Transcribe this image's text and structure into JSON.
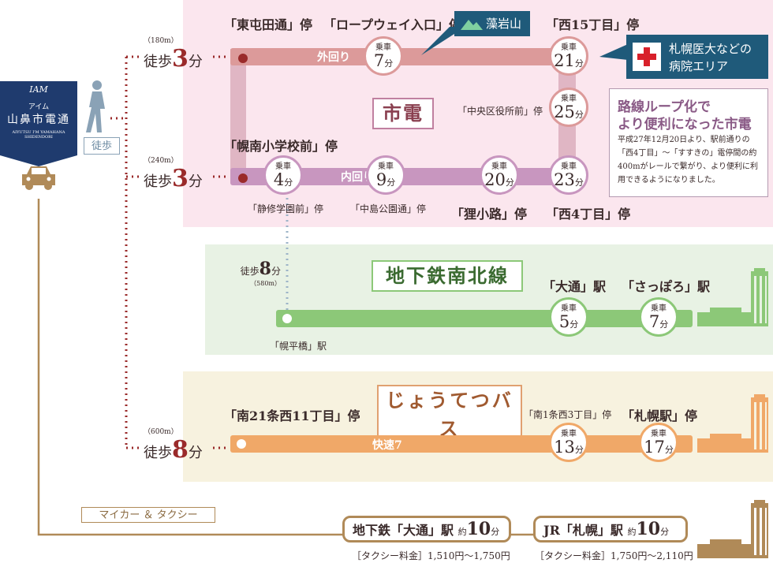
{
  "colors": {
    "tram": "#dc9a9a",
    "tram_inner": "#c896bf",
    "subway": "#8cc878",
    "bus": "#f0a868",
    "car": "#b08a58",
    "walk_dot": "#9a2a2a",
    "subway_walk": "#9db4c8"
  },
  "logo": {
    "brand": "IAM",
    "sub": "アイム",
    "name": "山鼻市電通",
    "roman": "AIYUTSU I'M YAMAHANA SHIDENDORI"
  },
  "legend": {
    "walk_label": "徒歩",
    "car_label": "マイカー ＆ タクシー"
  },
  "walks": [
    {
      "meter": "（180m）",
      "word": "徒歩",
      "num": "3",
      "unit": "分"
    },
    {
      "meter": "（240m）",
      "word": "徒歩",
      "num": "3",
      "unit": "分"
    },
    {
      "meter": "（600m）",
      "word": "徒歩",
      "num": "8",
      "unit": "分"
    }
  ],
  "tram": {
    "title": "市電",
    "outer_label": "外回り",
    "inner_label": "内回り",
    "outer_stops": [
      "「東屯田通」停",
      "「ロープウェイ入口」停",
      "「西15丁目」停"
    ],
    "inner_stops": [
      "「幌南小学校前」停",
      "「狸小路」停",
      "「西4丁目」停"
    ],
    "small_stops": [
      "「中央区役所前」停",
      "「静修学園前」停",
      "「中島公園通」停"
    ],
    "ride_label": "乗車",
    "unit": "分",
    "times": {
      "ropeway": "7",
      "nishi15": "21",
      "chuo": "25",
      "seishu": "4",
      "nakajima": "9",
      "tanuki": "20",
      "nishi4": "23"
    },
    "mountain_callout": "藻岩山",
    "hospital_callout_l1": "札幌医大などの",
    "hospital_callout_l2": "病院エリア",
    "loop_title_l1": "路線ループ化で",
    "loop_title_l2": "より便利になった市電",
    "loop_text": "平成27年12月20日より、駅前通りの「西4丁目」～「すすきの」電停間の約400mがレールで繋がり、より便利に利用できるようになりました。"
  },
  "subway": {
    "title": "地下鉄南北線",
    "start": "「幌平橋」駅",
    "walk_word": "徒歩",
    "walk_num": "8",
    "walk_unit": "分",
    "walk_meter": "（580m）",
    "stops": [
      "「大通」駅",
      "「さっぽろ」駅"
    ],
    "times": [
      "5",
      "7"
    ]
  },
  "bus": {
    "title": "じょうてつバス",
    "route": "快速7",
    "start": "「南21条西11丁目」停",
    "small_stop": "「南1条西3丁目」停",
    "stop2": "「札幌駅」停",
    "times": [
      "13",
      "17"
    ]
  },
  "car": {
    "dest1_a": "地下鉄",
    "dest1_b": "「大通」駅",
    "dest1_approx": "約",
    "dest1_num": "10",
    "dest1_unit": "分",
    "dest2_a": "JR",
    "dest2_b": "「札幌」駅",
    "dest2_approx": "約",
    "dest2_num": "10",
    "dest2_unit": "分",
    "fare1": "［タクシー料金］1,510円～1,750円",
    "fare2": "［タクシー料金］1,750円～2,110円"
  }
}
